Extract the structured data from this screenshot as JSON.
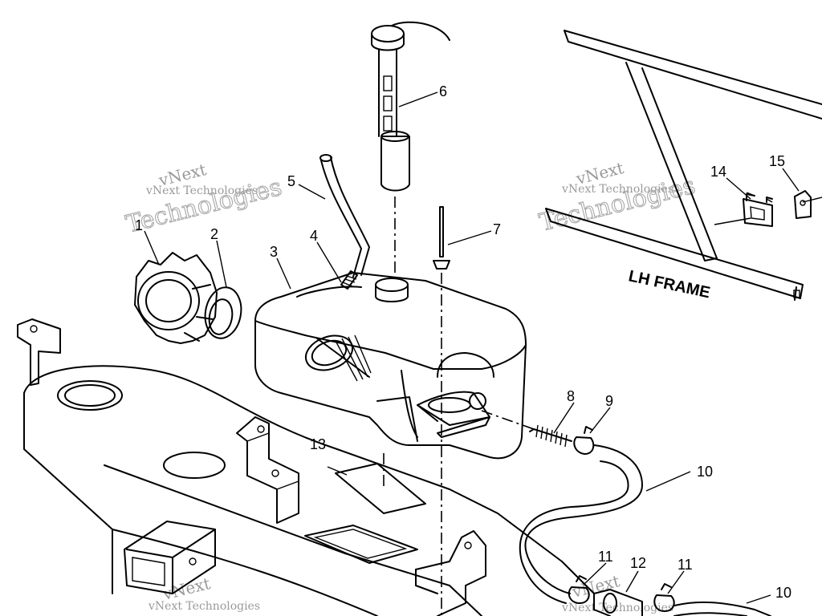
{
  "diagram": {
    "frame_label": "LH FRAME",
    "callouts": [
      "1",
      "2",
      "3",
      "4",
      "5",
      "6",
      "7",
      "8",
      "9",
      "10",
      "10",
      "11",
      "11",
      "12",
      "13",
      "14",
      "15"
    ],
    "watermark": {
      "brand": "vNext",
      "company": "vNext Technologies",
      "big": "Technologies"
    },
    "colors": {
      "ink": "#000000",
      "paper": "#ffffff",
      "watermark": "#9a9a9a"
    }
  }
}
